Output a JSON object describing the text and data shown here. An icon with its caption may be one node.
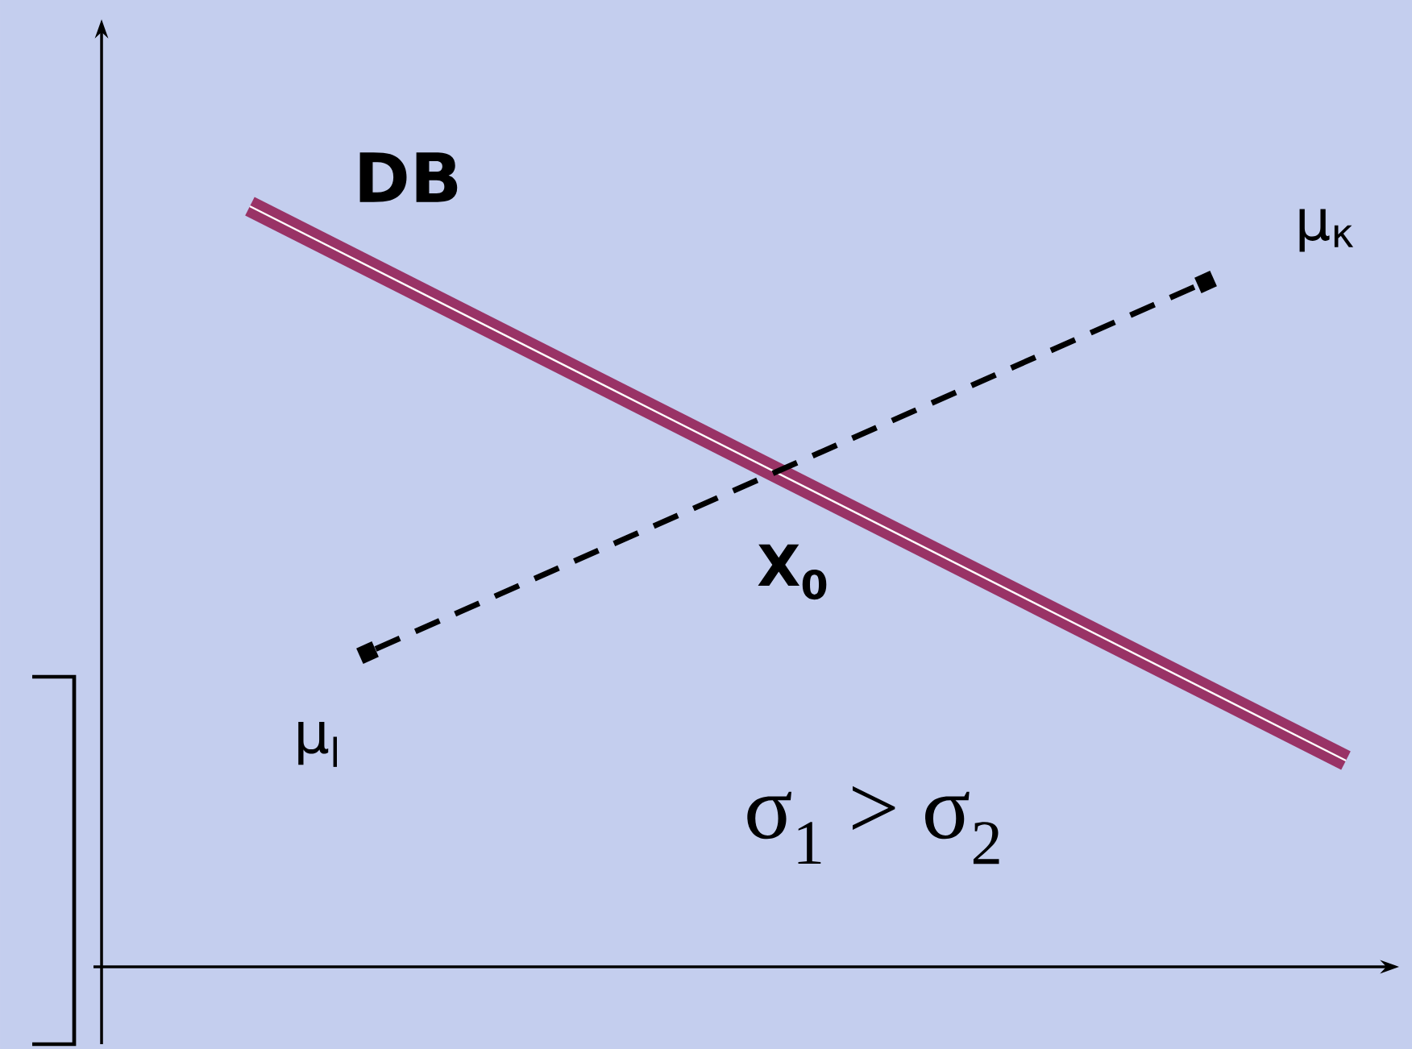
{
  "diagram": {
    "nodes": [
      {
        "text": [],
        "shape": "box",
        "beside": [
          "μ$_{l}$"
        ]
      },
      {
        "text": [],
        "shape": "box",
        "beside": [
          "μ$_{κ}$"
        ]
      }
    ],
    "edges": [
      {
        "from": 0,
        "to": 1,
        "arrow": "none",
        "style": "dashed"
      }
    ],
    "labels": [
      "DB",
      "X$_{0}$",
      "σ$_{1}$ > σ$_{2}$"
    ]
  }
}
